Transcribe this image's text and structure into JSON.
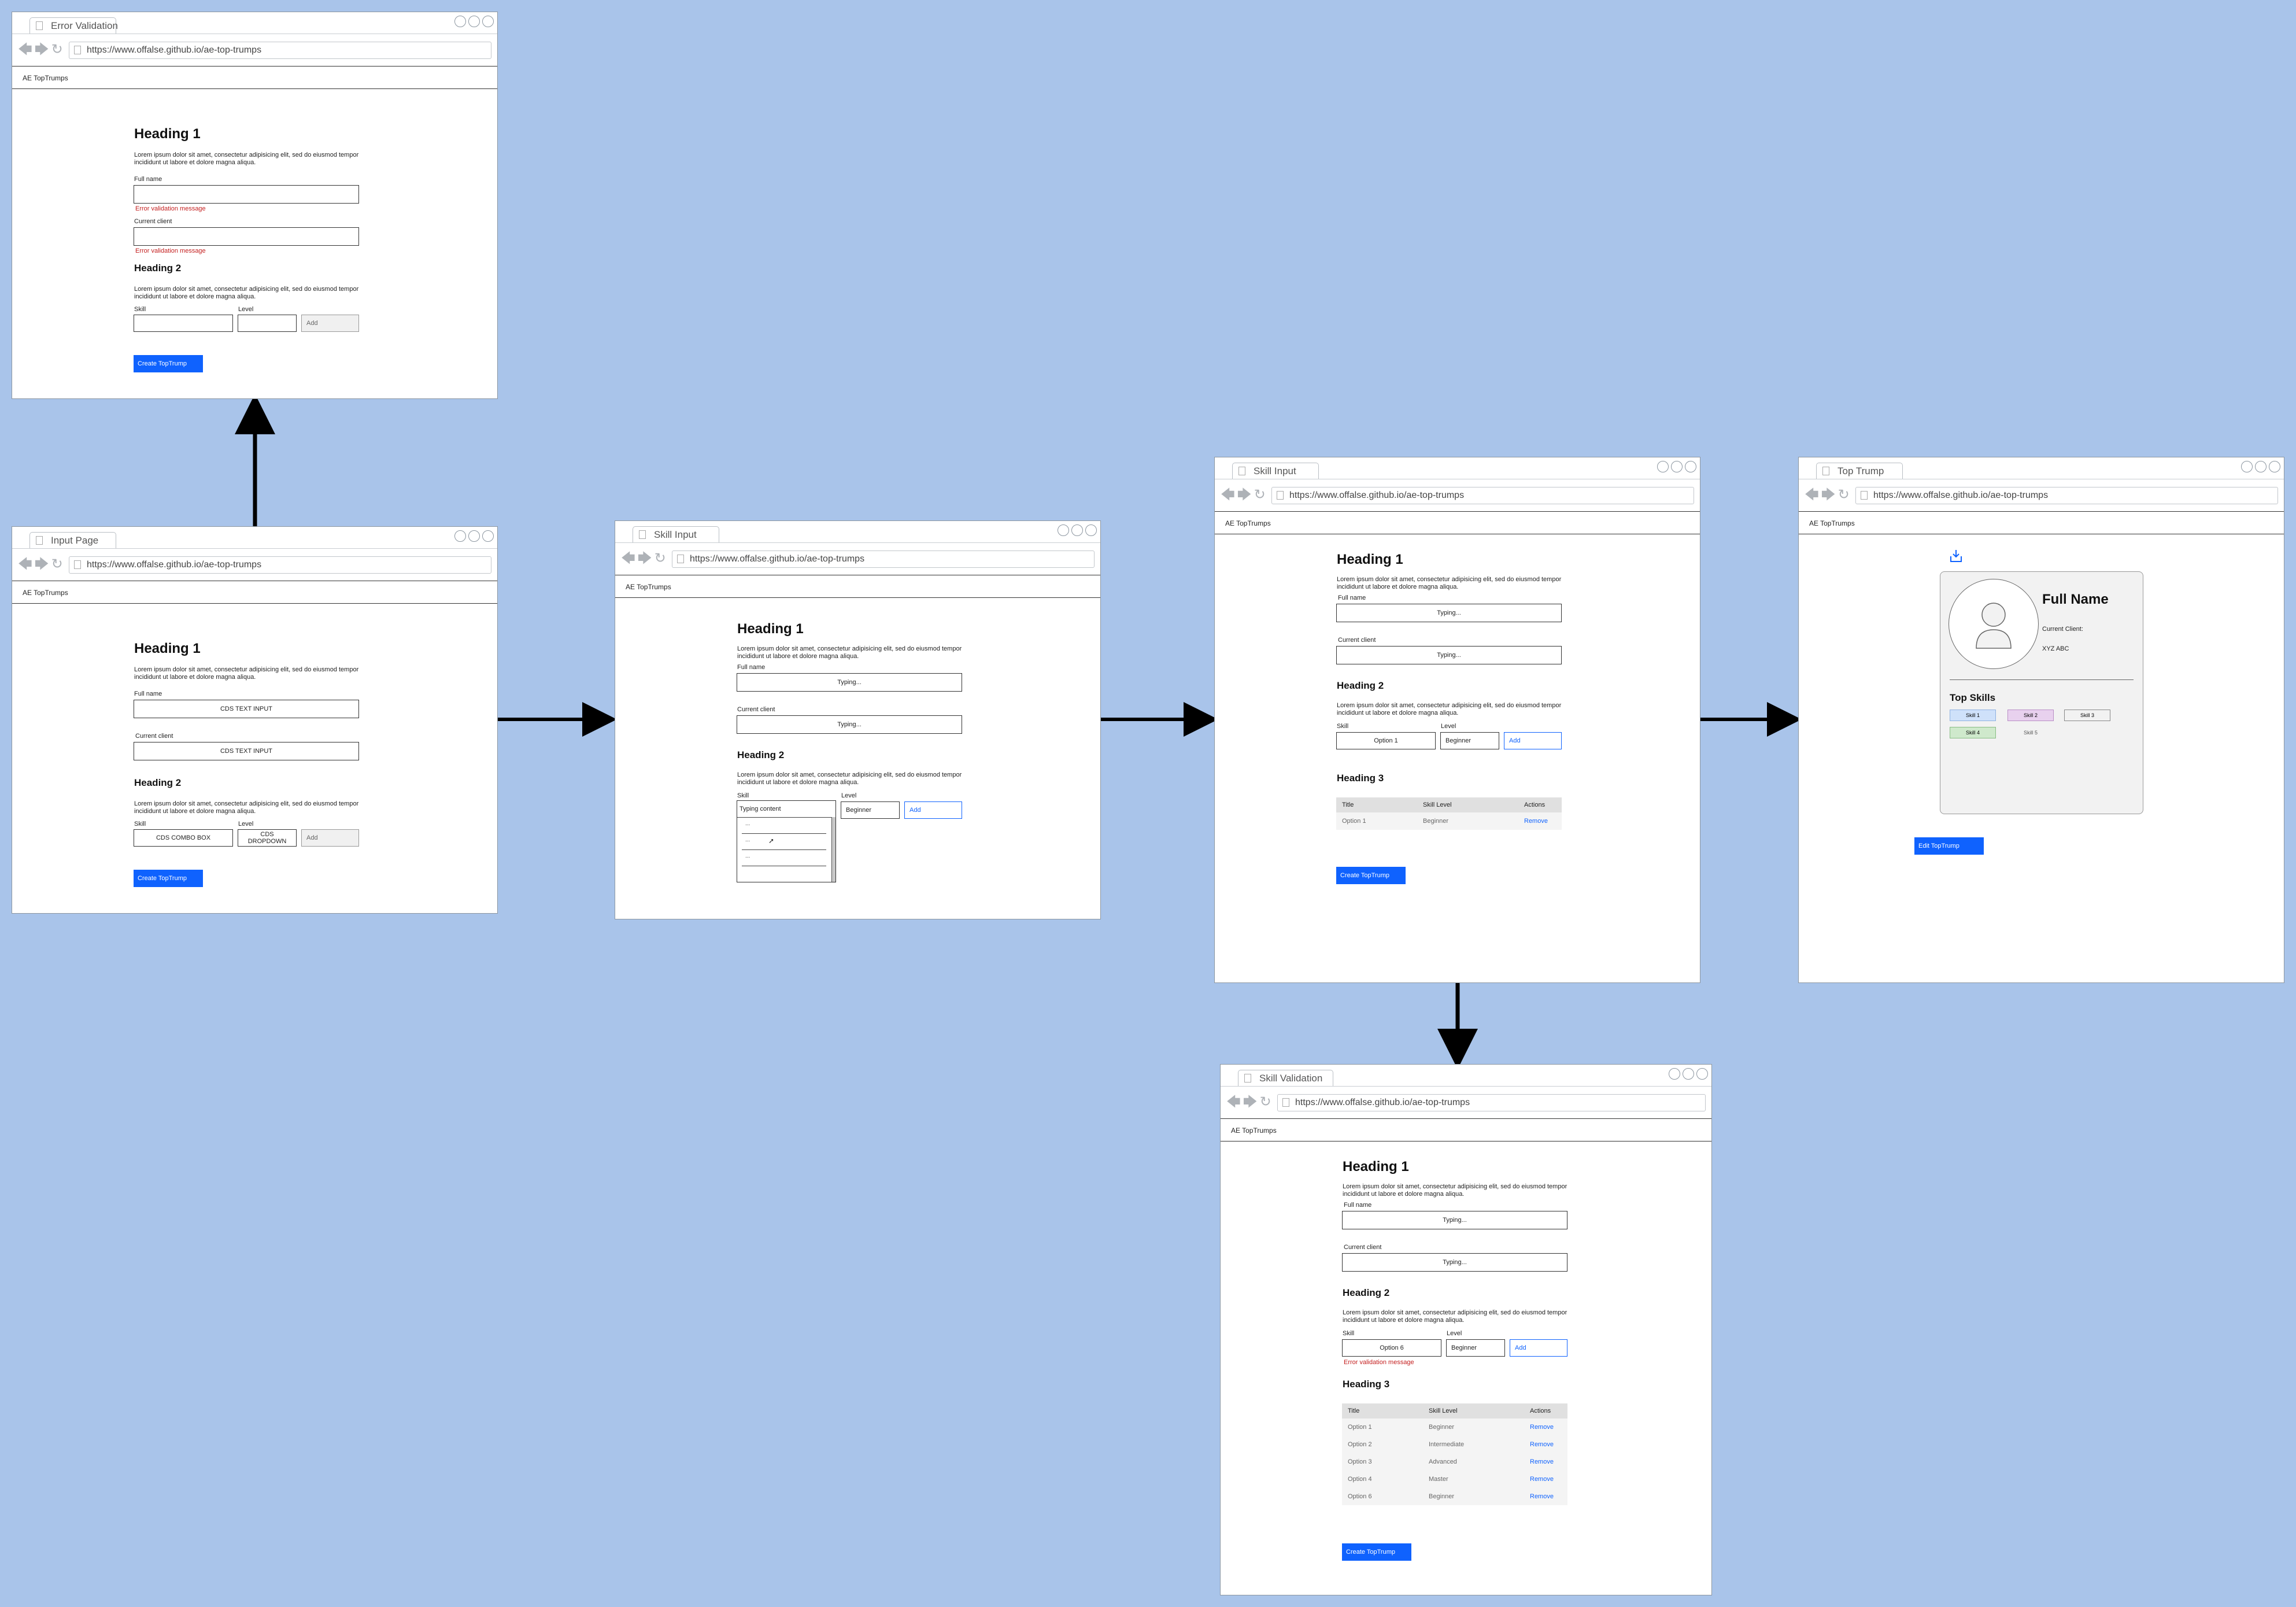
{
  "app_name": "AE TopTrumps",
  "url": "https://www.offalse.github.io/ae-top-trumps",
  "heading1": "Heading 1",
  "heading2": "Heading 2",
  "heading3": "Heading 3",
  "lorem": "Lorem ipsum dolor sit amet, consectetur adipisicing elit, sed do eiusmod tempor incididunt ut labore et dolore magna aliqua.",
  "labels": {
    "full_name": "Full name",
    "current_client": "Current client",
    "skill": "Skill",
    "level": "Level",
    "add": "Add",
    "create": "Create TopTrump",
    "error": "Error validation message",
    "typing": "Typing...",
    "beginner": "Beginner"
  },
  "table_headers": [
    "Title",
    "Skill Level",
    "Actions"
  ],
  "remove": "Remove",
  "screens": {
    "error_validation": {
      "tab": "Error Validation"
    },
    "input_page": {
      "tab": "Input Page",
      "text_input": "CDS TEXT INPUT",
      "combo": "CDS COMBO BOX",
      "dropdown": "CDS DROPDOWN"
    },
    "skill_input_1": {
      "tab": "Skill Input",
      "typing_content": "Typing content",
      "dd_items": [
        "...",
        "...",
        "..."
      ]
    },
    "skill_input_2": {
      "tab": "Skill Input",
      "skill_value": "Option 1",
      "rows": [
        [
          "Option 1",
          "Beginner",
          "Remove"
        ]
      ]
    },
    "top_trump": {
      "tab": "Top Trump",
      "full_name": "Full Name",
      "current_client_label": "Current Client:",
      "client_value": "XYZ ABC",
      "top_skills": "Top Skills",
      "chips": [
        "Skill 1",
        "Skill 2",
        "Skill 3",
        "Skill 4",
        "Skill 5"
      ],
      "edit": "Edit TopTrump"
    },
    "skill_validation": {
      "tab": "Skill Validation",
      "skill_value": "Option 6",
      "rows": [
        [
          "Option 1",
          "Beginner",
          "Remove"
        ],
        [
          "Option 2",
          "Intermediate",
          "Remove"
        ],
        [
          "Option 3",
          "Advanced",
          "Remove"
        ],
        [
          "Option 4",
          "Master",
          "Remove"
        ],
        [
          "Option 6",
          "Beginner",
          "Remove"
        ]
      ]
    }
  },
  "colors": {
    "background": "#a9c4ea",
    "primary": "#0f62fe",
    "error": "#c41e1e"
  }
}
